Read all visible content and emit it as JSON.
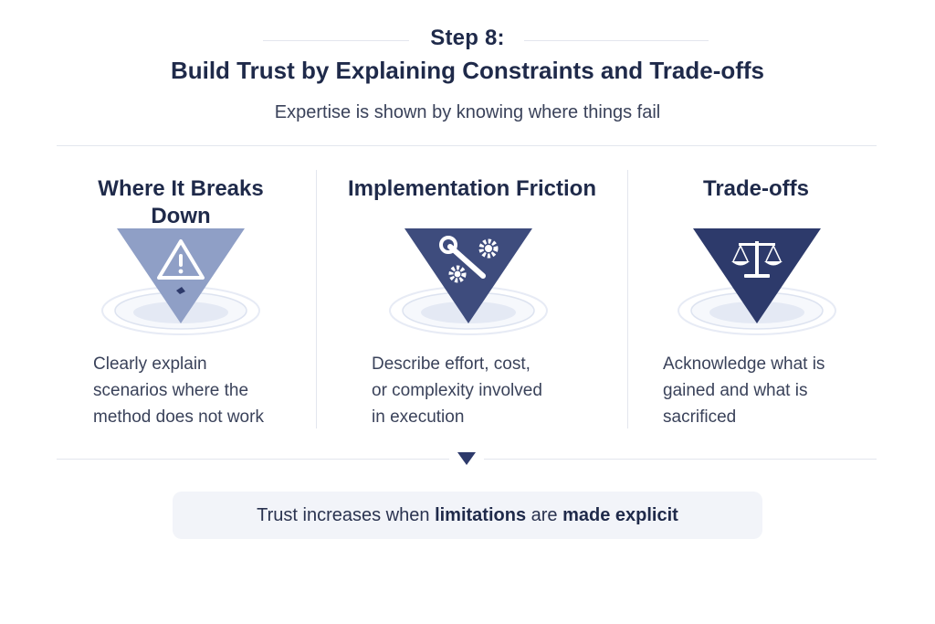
{
  "header": {
    "step_label": "Step 8:",
    "title": "Build Trust by Explaining Constraints and Trade-offs",
    "subtitle": "Expertise is shown by knowing where things fail"
  },
  "columns": [
    {
      "title": "Where It Breaks Down",
      "icon": "warning-icon",
      "color": "#8f9fc6",
      "lines": [
        "Clearly explain",
        "scenarios where the",
        "method does not work"
      ]
    },
    {
      "title": "Implementation Friction",
      "icon": "wrench-gears-icon",
      "color": "#3e4c7d",
      "lines": [
        "Describe effort, cost,",
        "or complexity involved",
        "in execution"
      ]
    },
    {
      "title": "Trade-offs",
      "icon": "balance-scale-icon",
      "color": "#2d3a6b",
      "lines": [
        "Acknowledge what is",
        "gained and what is",
        "sacrificed"
      ]
    }
  ],
  "conclusion": {
    "prefix": "Trust increases when",
    "bold1": "limitations",
    "middle": "are",
    "bold2": "made explicit"
  }
}
